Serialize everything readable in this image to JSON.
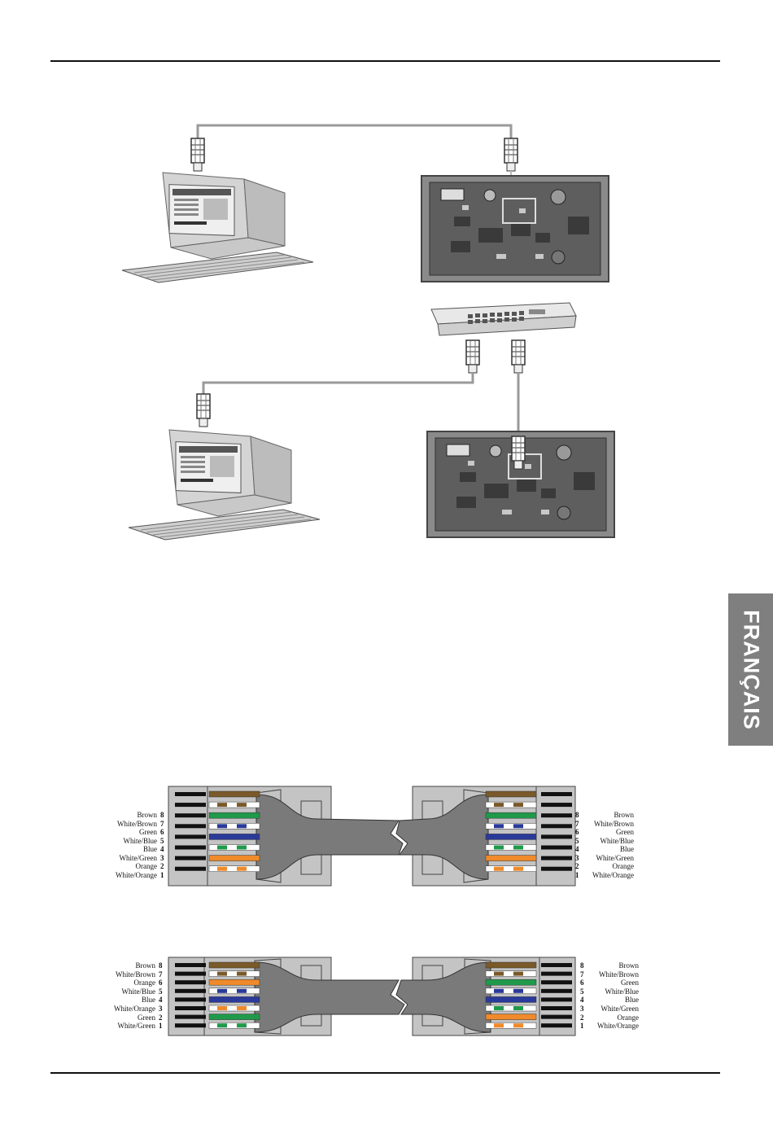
{
  "side_tab": {
    "label": "FRANÇAIS"
  },
  "colors": {
    "brown": "#7a5a2a",
    "green": "#1f9a4a",
    "blue": "#2a3a9a",
    "orange": "#f08a2a",
    "tab_gray": "#7f7f7f"
  },
  "straight_cable": {
    "left": [
      {
        "pin": "8",
        "label": "Brown"
      },
      {
        "pin": "7",
        "label": "White/Brown"
      },
      {
        "pin": "6",
        "label": "Green"
      },
      {
        "pin": "5",
        "label": "White/Blue"
      },
      {
        "pin": "4",
        "label": "Blue"
      },
      {
        "pin": "3",
        "label": "White/Green"
      },
      {
        "pin": "2",
        "label": "Orange"
      },
      {
        "pin": "1",
        "label": "White/Orange"
      }
    ],
    "right": [
      {
        "pin": "8",
        "label": "Brown"
      },
      {
        "pin": "7",
        "label": "White/Brown"
      },
      {
        "pin": "6",
        "label": "Green"
      },
      {
        "pin": "5",
        "label": "White/Blue"
      },
      {
        "pin": "4",
        "label": "Blue"
      },
      {
        "pin": "3",
        "label": "White/Green"
      },
      {
        "pin": "2",
        "label": "Orange"
      },
      {
        "pin": "1",
        "label": "White/Orange"
      }
    ]
  },
  "crossover_cable": {
    "left": [
      {
        "pin": "8",
        "label": "Brown"
      },
      {
        "pin": "7",
        "label": "White/Brown"
      },
      {
        "pin": "6",
        "label": "Orange"
      },
      {
        "pin": "5",
        "label": "White/Blue"
      },
      {
        "pin": "4",
        "label": "Blue"
      },
      {
        "pin": "3",
        "label": "White/Orange"
      },
      {
        "pin": "2",
        "label": "Green"
      },
      {
        "pin": "1",
        "label": "White/Green"
      }
    ],
    "right": [
      {
        "pin": "8",
        "label": "Brown"
      },
      {
        "pin": "7",
        "label": "White/Brown"
      },
      {
        "pin": "6",
        "label": "Green"
      },
      {
        "pin": "5",
        "label": "White/Blue"
      },
      {
        "pin": "4",
        "label": "Blue"
      },
      {
        "pin": "3",
        "label": "White/Green"
      },
      {
        "pin": "2",
        "label": "Orange"
      },
      {
        "pin": "1",
        "label": "White/Orange"
      }
    ]
  }
}
